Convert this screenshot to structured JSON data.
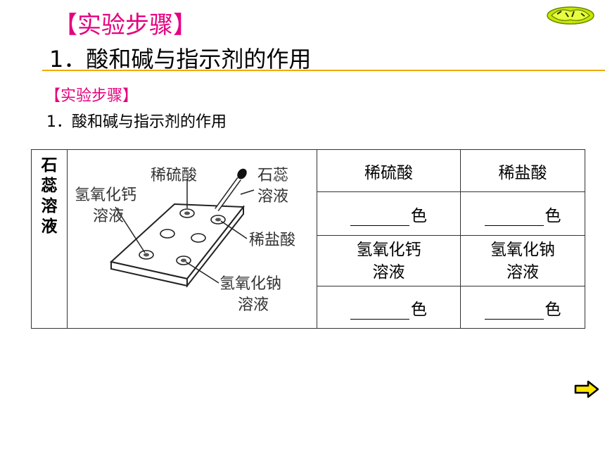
{
  "header": {
    "section_title": "【实验步骤】",
    "subtitle": "1．酸和碱与指示剂的作用"
  },
  "content": {
    "section_title": "【实验步骤】",
    "subtitle": "1．酸和碱与指示剂的作用"
  },
  "table": {
    "row_label_chars": [
      "石",
      "蕊",
      "溶",
      "液"
    ],
    "headers": [
      "稀硫酸",
      "稀盐酸"
    ],
    "headers_row2": [
      "氢氧化钙\n溶液",
      "氢氧化钠\n溶液"
    ],
    "headers_row2_lines": [
      [
        "氢氧化钙",
        "溶液"
      ],
      [
        "氢氧化钠",
        "溶液"
      ]
    ],
    "blank_suffix": "色"
  },
  "figure": {
    "label_sulfuric": "稀硫酸",
    "label_litmus_1": "石蕊",
    "label_litmus_2": "溶液",
    "label_caoh_1": "氢氧化钙",
    "label_caoh_2": "溶液",
    "label_hcl": "稀盐酸",
    "label_naoh_1": "氢氧化钠",
    "label_naoh_2": "溶液"
  },
  "colors": {
    "accent_magenta": "#e5007f",
    "rule_orange": "#f2a900",
    "arrow_yellow": "#ffe600"
  },
  "icons": {
    "logo": "brand-logo-icon",
    "next": "next-arrow-icon"
  }
}
